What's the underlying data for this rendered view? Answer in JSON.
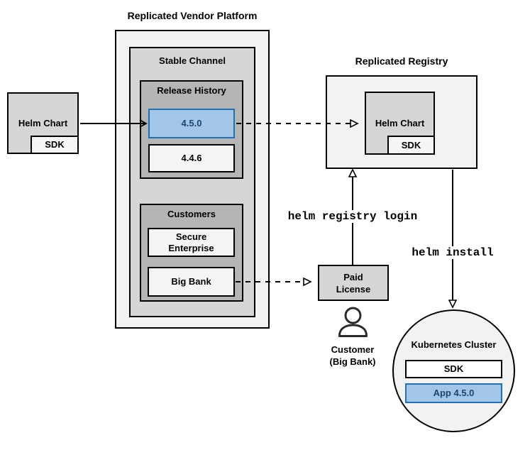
{
  "platform": {
    "title": "Replicated Vendor Platform",
    "stable_channel": {
      "label": "Stable Channel",
      "release_history": {
        "label": "Release History",
        "releases": [
          {
            "version": "4.5.0",
            "highlighted": true
          },
          {
            "version": "4.4.6",
            "highlighted": false
          }
        ]
      },
      "customers": {
        "label": "Customers",
        "items": [
          "Secure Enterprise",
          "Big Bank"
        ]
      }
    }
  },
  "source_chart": {
    "label": "Helm Chart",
    "sdk": "SDK"
  },
  "registry": {
    "title": "Replicated Registry",
    "chart": {
      "label": "Helm Chart",
      "sdk": "SDK"
    }
  },
  "license": {
    "label": "Paid License"
  },
  "customer": {
    "name": "Customer",
    "company": "(Big Bank)"
  },
  "commands": {
    "registry_login": "helm registry login",
    "install": "helm install"
  },
  "cluster": {
    "title": "Kubernetes Cluster",
    "sdk": "SDK",
    "app": "App 4.5.0"
  },
  "colors": {
    "highlight_fill": "#a2c5e8",
    "highlight_border": "#2271b3",
    "highlight_text": "#17466e",
    "container_light": "#f2f2f2",
    "container_mid": "#d6d6d6",
    "container_dark": "#b5b5b5",
    "box_light": "#f5f5f5",
    "line": "#000000"
  }
}
